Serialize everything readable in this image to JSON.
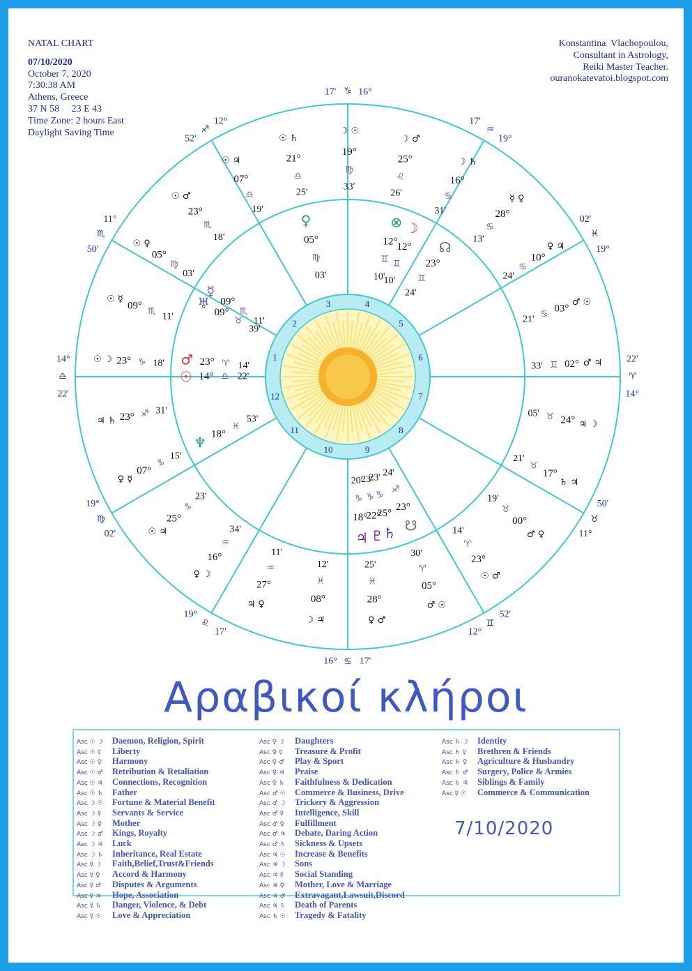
{
  "header_left": {
    "title": "NATAL CHART",
    "date_short": "07/10/2020",
    "date_long": "October 7, 2020",
    "time": "7:30:38 AM",
    "place": "Athens, Greece",
    "coords": "37 N 58     23 E 43",
    "timezone": "Time Zone: 2 hours East",
    "dst": "Daylight Saving Time"
  },
  "header_right": {
    "name": "Konstantina  Vlachopoulou,",
    "role1": "Consultant in Astrology,",
    "role2": "Reiki Master Teacher.",
    "site": "ouranokatevatoi.blogspot.com"
  },
  "title": "Αραβικοί κλήροι",
  "legend_date": "7/10/2020",
  "colors": {
    "frame": "#1e9ee6",
    "wheel": "#3ec9d6",
    "text": "#1a2fb0",
    "sun_core": "#f6b22c",
    "sun_rays": "#fde27a"
  },
  "cusps": [
    {
      "deg": "14°",
      "sign": "♎",
      "min": "22'"
    },
    {
      "deg": "11°",
      "sign": "♏",
      "min": "50'"
    },
    {
      "deg": "12°",
      "sign": "♐",
      "min": "52'"
    },
    {
      "deg": "16°",
      "sign": "♑",
      "min": "17'"
    },
    {
      "deg": "19°",
      "sign": "♒",
      "min": "17'"
    },
    {
      "deg": "19°",
      "sign": "♓",
      "min": "02'"
    },
    {
      "deg": "14°",
      "sign": "♈",
      "min": "22'"
    },
    {
      "deg": "11°",
      "sign": "♉",
      "min": "50'"
    },
    {
      "deg": "12°",
      "sign": "♊",
      "min": "52'"
    },
    {
      "deg": "16°",
      "sign": "♋",
      "min": "17'"
    },
    {
      "deg": "19°",
      "sign": "♌",
      "min": "17'"
    },
    {
      "deg": "19°",
      "sign": "♍",
      "min": "02'"
    }
  ],
  "houses": [
    "1",
    "2",
    "3",
    "4",
    "5",
    "6",
    "7",
    "8",
    "9",
    "10",
    "11",
    "12"
  ],
  "planets": [
    {
      "glyph": "☉",
      "deg": "14°",
      "sign": "♎",
      "min": "22'",
      "retro": "",
      "color": "#e0303a"
    },
    {
      "glyph": "♀",
      "deg": "05°",
      "sign": "♍",
      "min": "03'",
      "retro": "",
      "color": "#2ea84a"
    },
    {
      "glyph": "☿",
      "deg": "09°",
      "sign": "♏",
      "min": "11'",
      "retro": "℞",
      "color": "#8060c0"
    },
    {
      "glyph": "♇",
      "deg": "22°",
      "sign": "♑",
      "min": "23'",
      "retro": "",
      "color": "#a020a0"
    },
    {
      "glyph": "♃",
      "deg": "18°",
      "sign": "♑",
      "min": "20'",
      "retro": "",
      "color": "#8a2090"
    },
    {
      "glyph": "♄",
      "deg": "25°",
      "sign": "♑",
      "min": "23'",
      "retro": "",
      "color": "#3040b0"
    },
    {
      "glyph": "☋",
      "deg": "23°",
      "sign": "♐",
      "min": "24'",
      "retro": "℞",
      "color": "#707070"
    },
    {
      "glyph": "♆",
      "deg": "18°",
      "sign": "♓",
      "min": "53'",
      "retro": "℞",
      "color": "#20a080"
    },
    {
      "glyph": "♂",
      "deg": "23°",
      "sign": "♈",
      "min": "14'",
      "retro": "℞",
      "color": "#e0303a"
    },
    {
      "glyph": "♅",
      "deg": "09°",
      "sign": "♉",
      "min": "39'",
      "retro": "℞",
      "color": "#5060c0"
    },
    {
      "glyph": "☽",
      "deg": "12°",
      "sign": "♊",
      "min": "10'",
      "retro": "",
      "color": "#e0303a"
    },
    {
      "glyph": "⊗",
      "deg": "12°",
      "sign": "♊",
      "min": "10'",
      "retro": "",
      "color": "#20a080"
    },
    {
      "glyph": "☊",
      "deg": "23°",
      "sign": "♊",
      "min": "24'",
      "retro": "℞",
      "color": "#707070"
    }
  ],
  "lots": [
    {
      "code": "☉ ☽",
      "deg": "23°",
      "sign": "♑",
      "min": "18'"
    },
    {
      "code": "☉ ☿",
      "deg": "09°",
      "sign": "♏",
      "min": "11'"
    },
    {
      "code": "☉ ♀",
      "deg": "05°",
      "sign": "♍",
      "min": "03'"
    },
    {
      "code": "☉ ♂",
      "deg": "23°",
      "sign": "♏",
      "min": "18'"
    },
    {
      "code": "☉ ♃",
      "deg": "07°",
      "sign": "♎",
      "min": "19'"
    },
    {
      "code": "☉ ♄",
      "deg": "21°",
      "sign": "♎",
      "min": "25'"
    },
    {
      "code": "☽ ☉",
      "deg": "19°",
      "sign": "♍",
      "min": "33'"
    },
    {
      "code": "☽ ♂",
      "deg": "25°",
      "sign": "♌",
      "min": "26'"
    },
    {
      "code": "☽ ♄",
      "deg": "16°",
      "sign": "♋",
      "min": "31'"
    },
    {
      "code": "☿ ♀",
      "deg": "28°",
      "sign": "♋",
      "min": "13'"
    },
    {
      "code": "♀ ♃",
      "deg": "10°",
      "sign": "♋",
      "min": "24'"
    },
    {
      "code": "♂ ☉",
      "deg": "03°",
      "sign": "♋",
      "min": "21'"
    },
    {
      "code": "♂ ♃",
      "deg": "02°",
      "sign": "♊",
      "min": "33'"
    },
    {
      "code": "♃ ☽",
      "deg": "24°",
      "sign": "♉",
      "min": "05'"
    },
    {
      "code": "♄ ♃",
      "deg": "17°",
      "sign": "♉",
      "min": "21'"
    },
    {
      "code": "♂ ♀",
      "deg": "00°",
      "sign": "♉",
      "min": "19'"
    },
    {
      "code": "☉ ♂",
      "deg": "23°",
      "sign": "♈",
      "min": "14'"
    },
    {
      "code": "♂ ☉",
      "deg": "05°",
      "sign": "♈",
      "min": "30'"
    },
    {
      "code": "♀ ♂",
      "deg": "28°",
      "sign": "♓",
      "min": "25'"
    },
    {
      "code": "☽ ♃",
      "deg": "08°",
      "sign": "♓",
      "min": "12'"
    },
    {
      "code": "♃ ♀",
      "deg": "27°",
      "sign": "♒",
      "min": "11'"
    },
    {
      "code": "♀ ☽",
      "deg": "16°",
      "sign": "♒",
      "min": "34'"
    },
    {
      "code": "☉ ♃",
      "deg": "25°",
      "sign": "♑",
      "min": "23'"
    },
    {
      "code": "♀ ☿",
      "deg": "07°",
      "sign": "♑",
      "min": "15'"
    },
    {
      "code": "♃ ♄",
      "deg": "23°",
      "sign": "♐",
      "min": "31'"
    }
  ],
  "legend": [
    [
      {
        "code": "Asc ☉ ☽",
        "label": "Daemon, Religion, Spirit"
      },
      {
        "code": "Asc ☉ ☿",
        "label": "Liberty"
      },
      {
        "code": "Asc ☉ ♀",
        "label": "Harmony"
      },
      {
        "code": "Asc ☉ ♂",
        "label": "Retribution & Retaliation"
      },
      {
        "code": "Asc ☉ ♃",
        "label": "Connections, Recognition"
      },
      {
        "code": "Asc ☉ ♄",
        "label": "Father"
      },
      {
        "code": "Asc ☽ ☉",
        "label": "Fortune & Material Benefit"
      },
      {
        "code": "Asc ☽ ☿",
        "label": "Servants & Service"
      },
      {
        "code": "Asc ☽ ♀",
        "label": "Mother"
      },
      {
        "code": "Asc ☽ ♂",
        "label": "Kings, Royalty"
      },
      {
        "code": "Asc ☽ ♃",
        "label": "Luck"
      },
      {
        "code": "Asc ☽ ♄",
        "label": "Inheritance, Real Estate"
      },
      {
        "code": "Asc ☿ ☽",
        "label": "Faith,Belief,Trust&Friends"
      },
      {
        "code": "Asc ☿ ♀",
        "label": "Accord & Harmony"
      },
      {
        "code": "Asc ☿ ♂",
        "label": "Disputes & Arguments"
      },
      {
        "code": "Asc ☿ ♃",
        "label": "Hope, Association"
      },
      {
        "code": "Asc ☿ ♄",
        "label": "Danger, Violence, & Debt"
      },
      {
        "code": "Asc ☿ ☉",
        "label": "Love & Appreciation"
      }
    ],
    [
      {
        "code": "Asc ♀ ☽",
        "label": "Daughters"
      },
      {
        "code": "Asc ♀ ☿",
        "label": "Treasure & Profit"
      },
      {
        "code": "Asc ♀ ♂",
        "label": "Play & Sport"
      },
      {
        "code": "Asc ♀ ♃",
        "label": "Praise"
      },
      {
        "code": "Asc ♀ ♄",
        "label": "Faithfulness & Dedication"
      },
      {
        "code": "Asc ♂ ☉",
        "label": "Commerce & Business, Drive"
      },
      {
        "code": "Asc ♂ ☽",
        "label": "Trickery & Aggression"
      },
      {
        "code": "Asc ♂ ☿",
        "label": "Intelligence, Skill"
      },
      {
        "code": "Asc ♂ ♀",
        "label": "Fulfillment"
      },
      {
        "code": "Asc ♂ ♃",
        "label": "Debate, Daring Action"
      },
      {
        "code": "Asc ♂ ♄",
        "label": "Sickness & Upsets"
      },
      {
        "code": "Asc ♃ ☉",
        "label": "Increase & Benefits"
      },
      {
        "code": "Asc ♃ ☽",
        "label": "Sons"
      },
      {
        "code": "Asc ♃ ☿",
        "label": "Social Standing"
      },
      {
        "code": "Asc ♃ ♀",
        "label": "Mother, Love & Marriage"
      },
      {
        "code": "Asc ♃ ♂",
        "label": "Extravagant,Lawsuit,Discord"
      },
      {
        "code": "Asc ♃ ♄",
        "label": "Death of Parents"
      },
      {
        "code": "Asc ♄ ☉",
        "label": "Tragedy & Fatality"
      }
    ],
    [
      {
        "code": "Asc ♄ ☽",
        "label": "Identity"
      },
      {
        "code": "Asc ♄ ☿",
        "label": "Brethren & Friends"
      },
      {
        "code": "Asc ♄ ♀",
        "label": "Agriculture & Husbandry"
      },
      {
        "code": "Asc ♄ ♂",
        "label": "Surgery, Police & Armies"
      },
      {
        "code": "Asc ♄ ♃",
        "label": "Siblings & Family"
      },
      {
        "code": "Asc ☿ ☉",
        "label": "Commerce & Communication"
      }
    ]
  ]
}
